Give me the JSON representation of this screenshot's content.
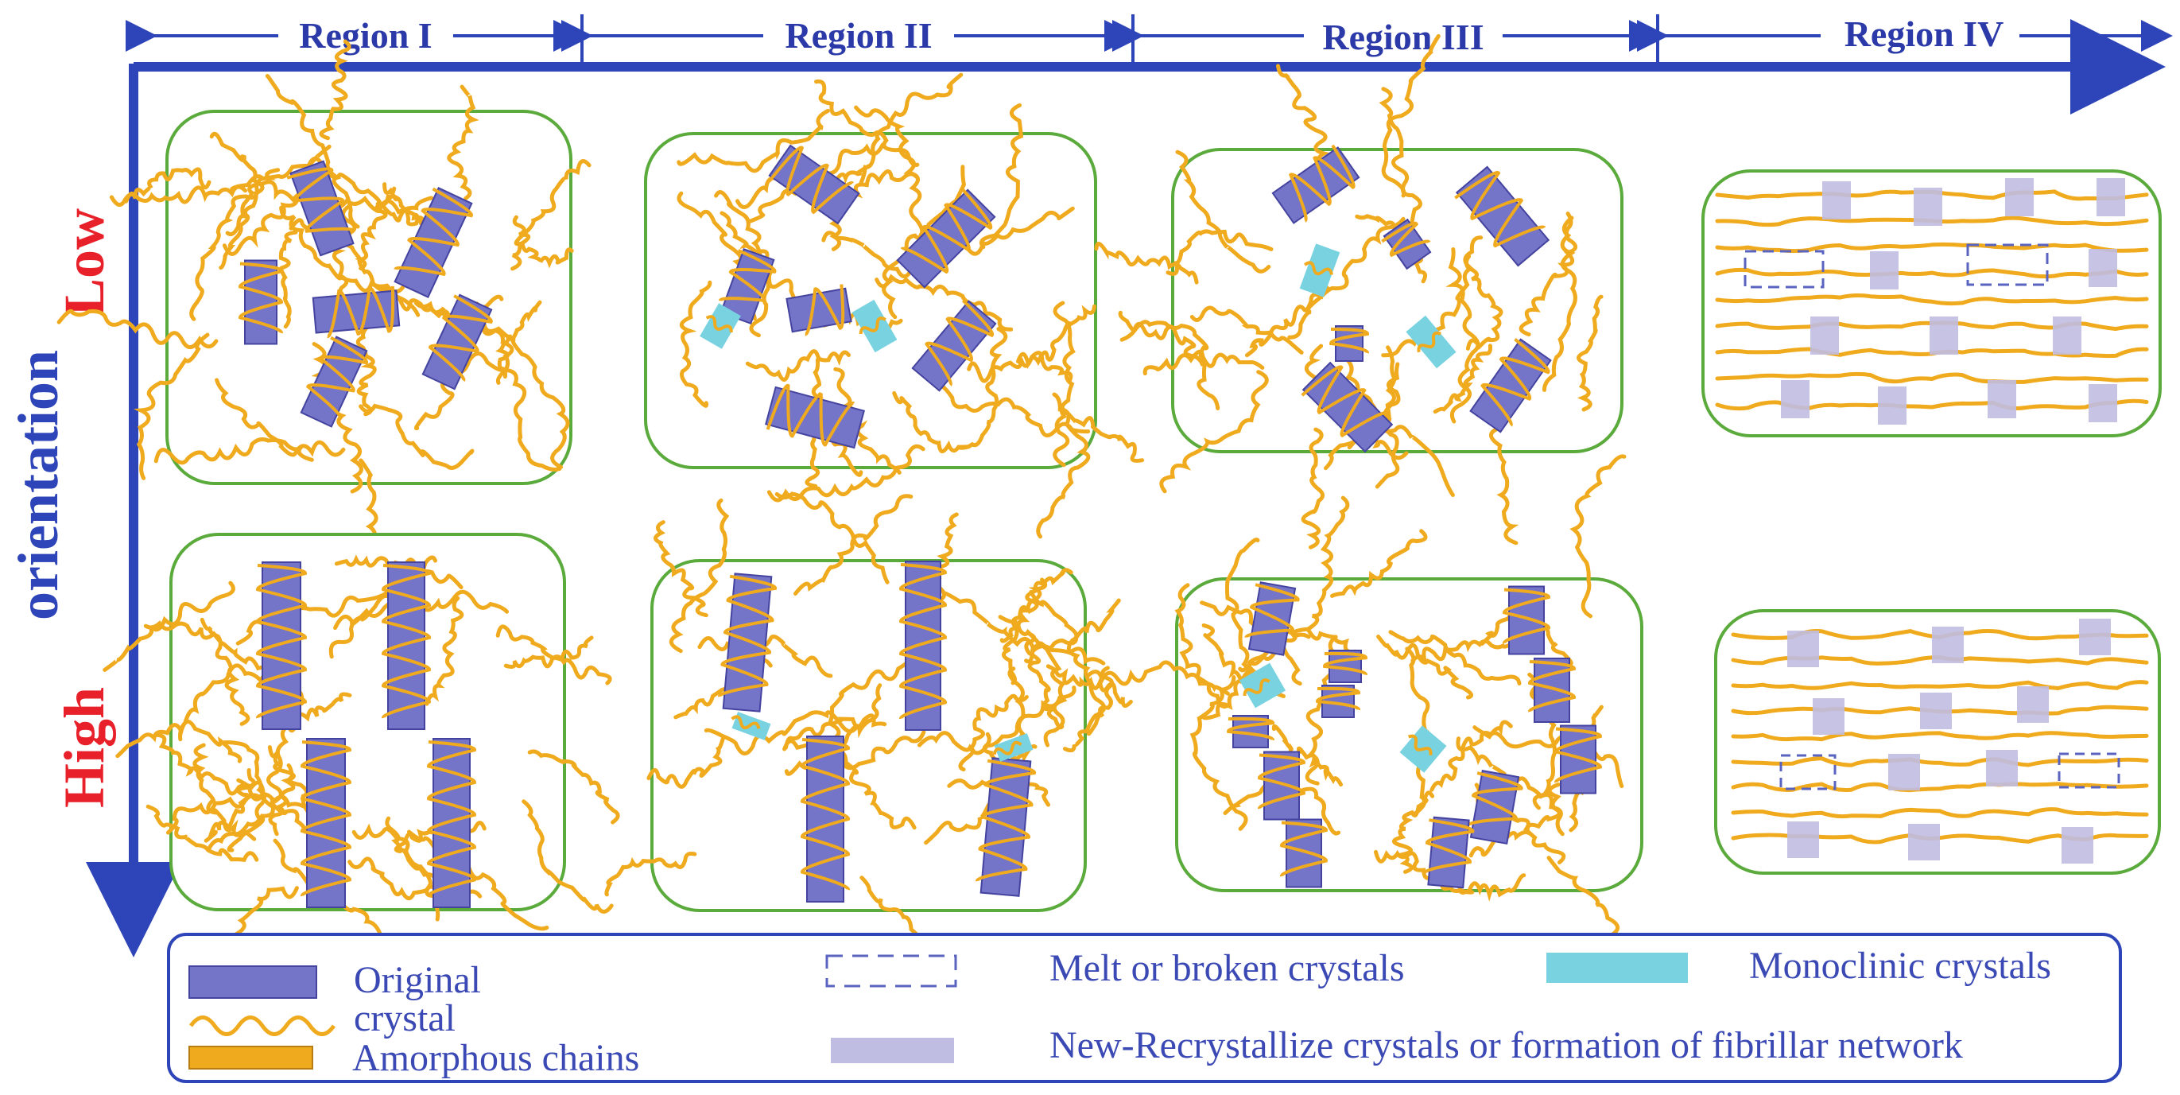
{
  "regions": [
    "Region I",
    "Region II",
    "Region III",
    "Region IV"
  ],
  "axis": {
    "title": "orientation",
    "low": "Low",
    "high": "High"
  },
  "legend": {
    "original_crystal": "Original crystal",
    "amorphous_chains": "Amorphous chains",
    "melt_broken": "Melt or broken crystals",
    "monoclinic": "Monoclinic crystals",
    "new_recrystallize": "New-Recrystallize crystals or formation of fibrillar network"
  },
  "colors": {
    "axis_blue": "#2d45b8",
    "label_red": "#e8202a",
    "panel_border": "#5aaa3c",
    "chain": "#f0aa1e",
    "crystal_fill": "#7474c8",
    "crystal_stroke": "#4444a0",
    "monoclinic": "#78d2e0",
    "new_crystal": "#c0bde2",
    "legend_text": "#3b49b5"
  }
}
